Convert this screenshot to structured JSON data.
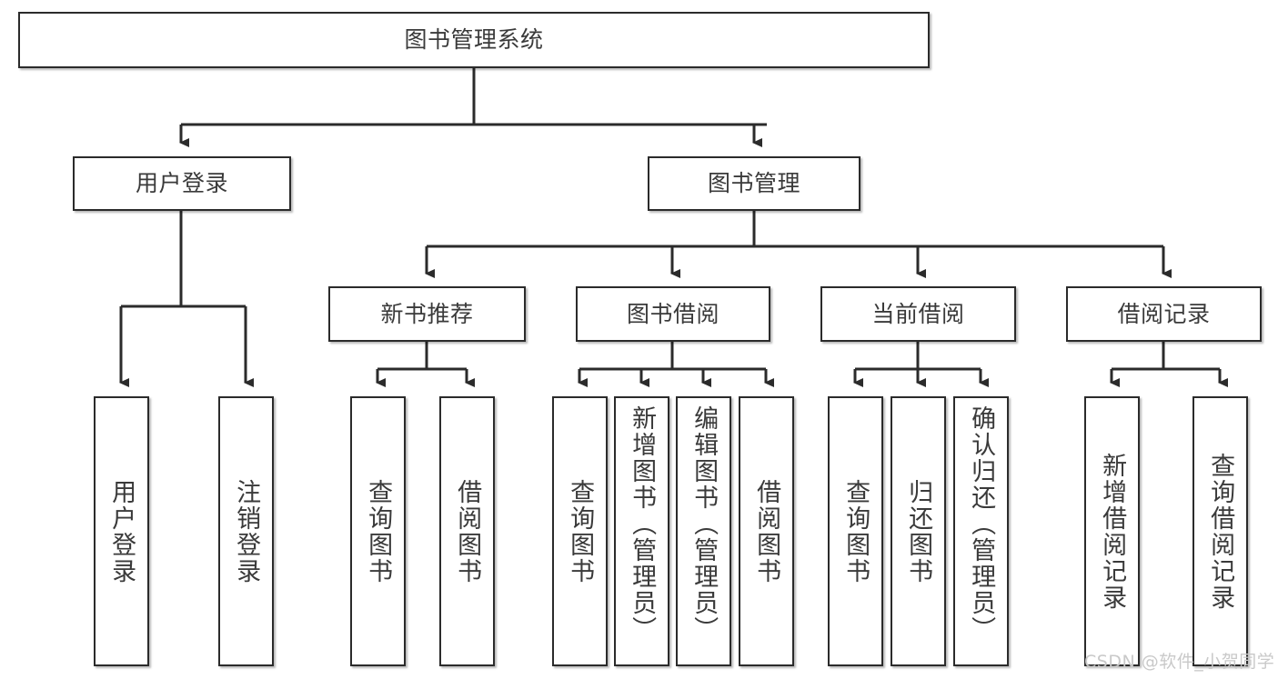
{
  "diagram": {
    "type": "tree-hierarchy",
    "title": "图书管理系统",
    "root": {
      "id": "root",
      "label": "图书管理系统"
    },
    "level1": [
      {
        "id": "user-login",
        "label": "用户登录"
      },
      {
        "id": "book-management",
        "label": "图书管理"
      }
    ],
    "level2": [
      {
        "id": "new-book-recommend",
        "label": "新书推荐",
        "parent": "book-management"
      },
      {
        "id": "book-borrow",
        "label": "图书借阅",
        "parent": "book-management"
      },
      {
        "id": "current-borrow",
        "label": "当前借阅",
        "parent": "book-management"
      },
      {
        "id": "borrow-record",
        "label": "借阅记录",
        "parent": "book-management"
      }
    ],
    "leaves": [
      {
        "id": "leaf-user-login",
        "label": "用户登录",
        "parent": "user-login"
      },
      {
        "id": "leaf-logout-login",
        "label": "注销登录",
        "parent": "user-login"
      },
      {
        "id": "leaf-query-book-1",
        "label": "查询图书",
        "parent": "new-book-recommend"
      },
      {
        "id": "leaf-borrow-book-1",
        "label": "借阅图书",
        "parent": "new-book-recommend"
      },
      {
        "id": "leaf-query-book-2",
        "label": "查询图书",
        "parent": "book-borrow"
      },
      {
        "id": "leaf-add-book",
        "label": "新增图书（管理员）",
        "parent": "book-borrow"
      },
      {
        "id": "leaf-edit-book",
        "label": "编辑图书（管理员）",
        "parent": "book-borrow"
      },
      {
        "id": "leaf-borrow-book-2",
        "label": "借阅图书",
        "parent": "book-borrow"
      },
      {
        "id": "leaf-query-book-3",
        "label": "查询图书",
        "parent": "current-borrow"
      },
      {
        "id": "leaf-return-book",
        "label": "归还图书",
        "parent": "current-borrow"
      },
      {
        "id": "leaf-confirm-return",
        "label": "确认归还（管理员）",
        "parent": "current-borrow"
      },
      {
        "id": "leaf-add-record",
        "label": "新增借阅记录",
        "parent": "borrow-record"
      },
      {
        "id": "leaf-query-record",
        "label": "查询借阅记录",
        "parent": "borrow-record"
      }
    ],
    "colors": {
      "box_border": "#2b2b2b",
      "box_fill": "#ffffff",
      "text": "#3a3a3a",
      "connector": "#2b2b2b",
      "watermark": "#c9c9c9"
    }
  },
  "watermark": {
    "text": "CSDN @软件_小贺同学"
  }
}
